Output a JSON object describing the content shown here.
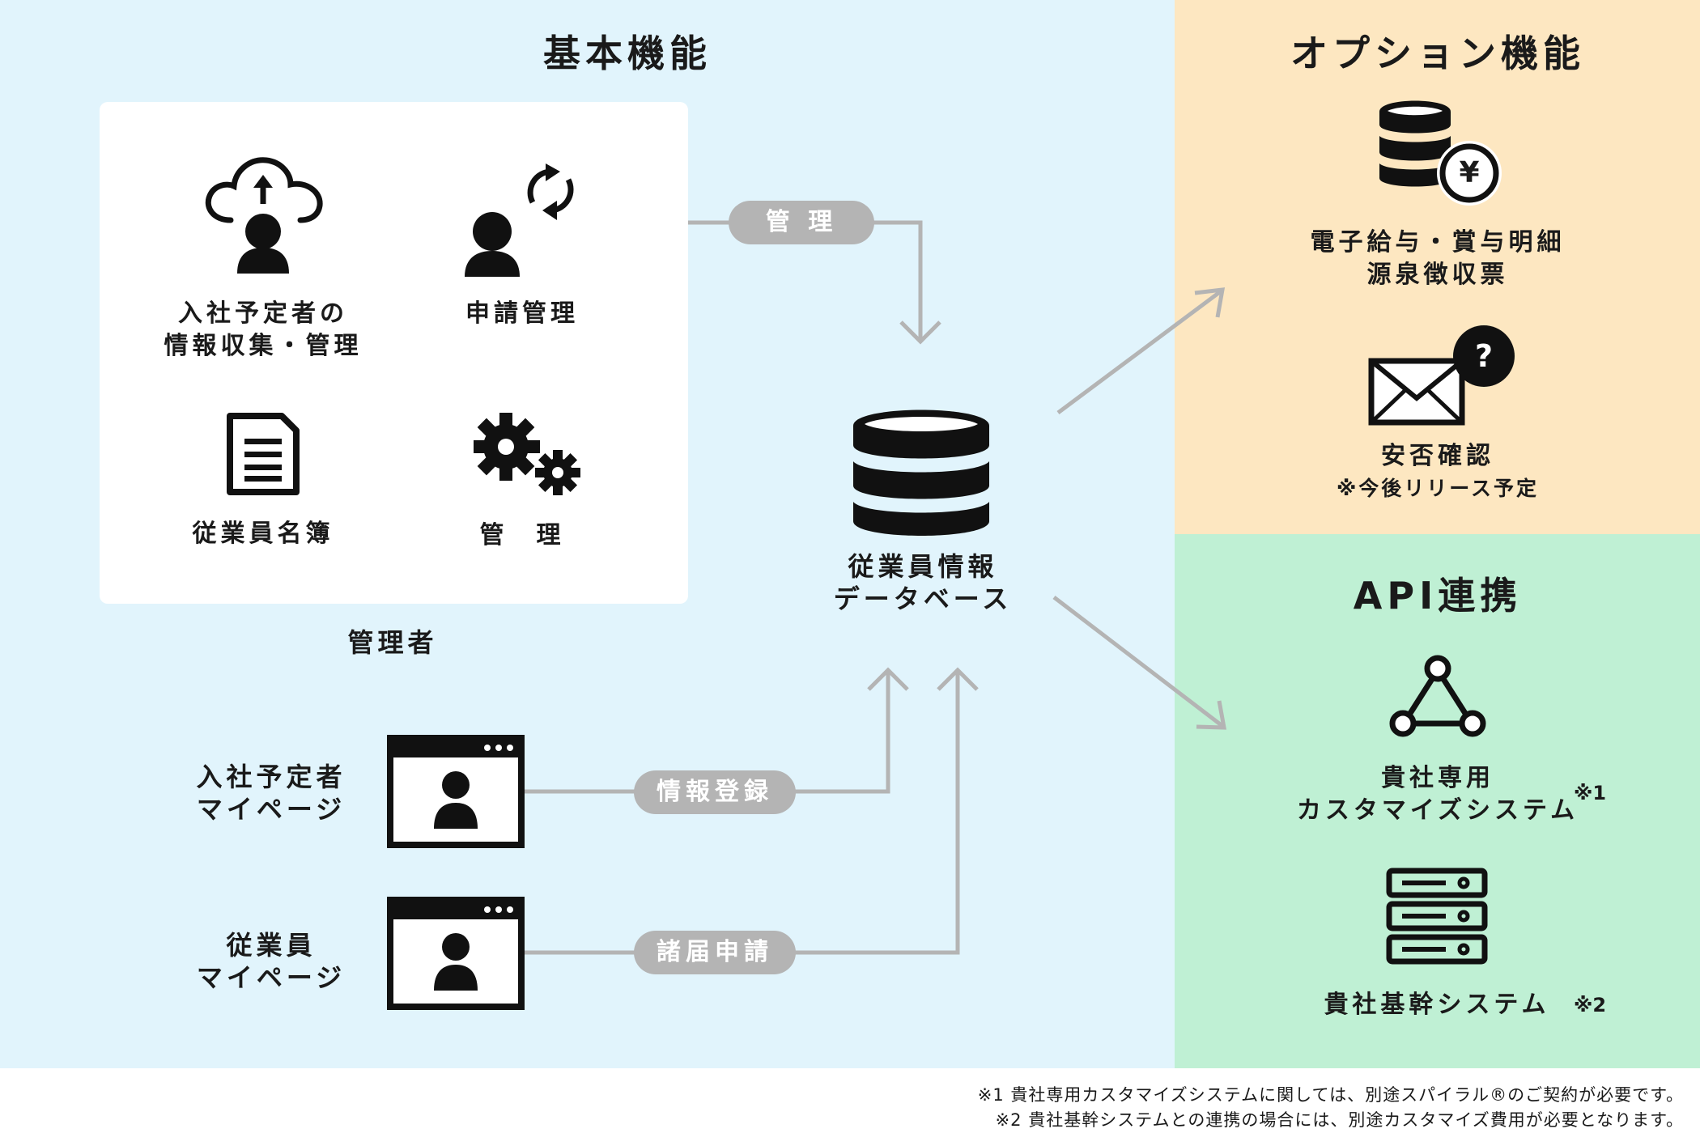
{
  "regions": {
    "basic": {
      "title": "基本機能"
    },
    "option": {
      "title": "オプション機能"
    },
    "api": {
      "title": "API連携"
    }
  },
  "admin_panel": {
    "caption": "管理者",
    "features": {
      "onboarding": [
        "入社予定者の",
        "情報収集・管理"
      ],
      "application": "申請管理",
      "directory": "従業員名簿",
      "management": "管　理"
    }
  },
  "database": {
    "label": [
      "従業員情報",
      "データベース"
    ]
  },
  "mypages": {
    "new_hire": [
      "入社予定者",
      "マイページ"
    ],
    "employee": [
      "従業員",
      "マイページ"
    ]
  },
  "connectors": {
    "manage": "管 理",
    "register": "情報登録",
    "notification": "諸届申請"
  },
  "options": {
    "payslip": [
      "電子給与・賞与明細",
      "源泉徴収票"
    ],
    "safety": {
      "label": "安否確認",
      "note": "※今後リリース予定"
    },
    "yen_symbol": "¥",
    "question_symbol": "?"
  },
  "api": {
    "custom": {
      "label": [
        "貴社専用",
        "カスタマイズシステム"
      ],
      "mark": "※1"
    },
    "core": {
      "label": "貴社基幹システム",
      "mark": "※2"
    }
  },
  "footnotes": [
    "※1  貴社専用カスタマイズシステムに関しては、別途スパイラル®のご契約が必要です。",
    "※2  貴社基幹システムとの連携の場合には、別途カスタマイズ費用が必要となります。"
  ],
  "colors": {
    "basic_bg": "#e1f4fc",
    "option_bg": "#fde7c1",
    "api_bg": "#bff0d4",
    "connector": "#b4b4b4"
  }
}
